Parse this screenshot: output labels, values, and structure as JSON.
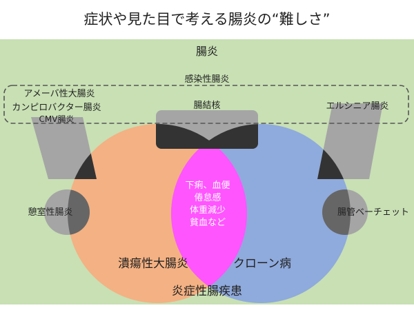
{
  "title": "症状や見た目で考える腸炎の“難しさ”",
  "labels": {
    "enteritis": "腸炎",
    "infectious": "感染性腸炎",
    "amoeba": "アメーバ性大腸炎",
    "campylobacter": "カンピロバクター腸炎",
    "cmv": "CMV腸炎",
    "tuberculosis": "腸結核",
    "yersinia": "エルシニア腸炎",
    "diverticular": "憩室性腸炎",
    "behcet": "腸管ベーチェット",
    "symptom1": "下痢、血便",
    "symptom2": "倦怠感",
    "symptom3": "体重減少",
    "symptom4": "貧血など",
    "uc": "潰瘍性大腸炎",
    "crohn": "クローン病",
    "ibd": "炎症性腸疾患"
  },
  "colors": {
    "background": "#c8e0b4",
    "uc_circle": "#f4b183",
    "crohn_circle": "#8faadc",
    "overlap": "#ff55ff",
    "gray_shape": "#a5a5a5",
    "dark_overlap": "#333333",
    "dashed_border": "#555555"
  }
}
